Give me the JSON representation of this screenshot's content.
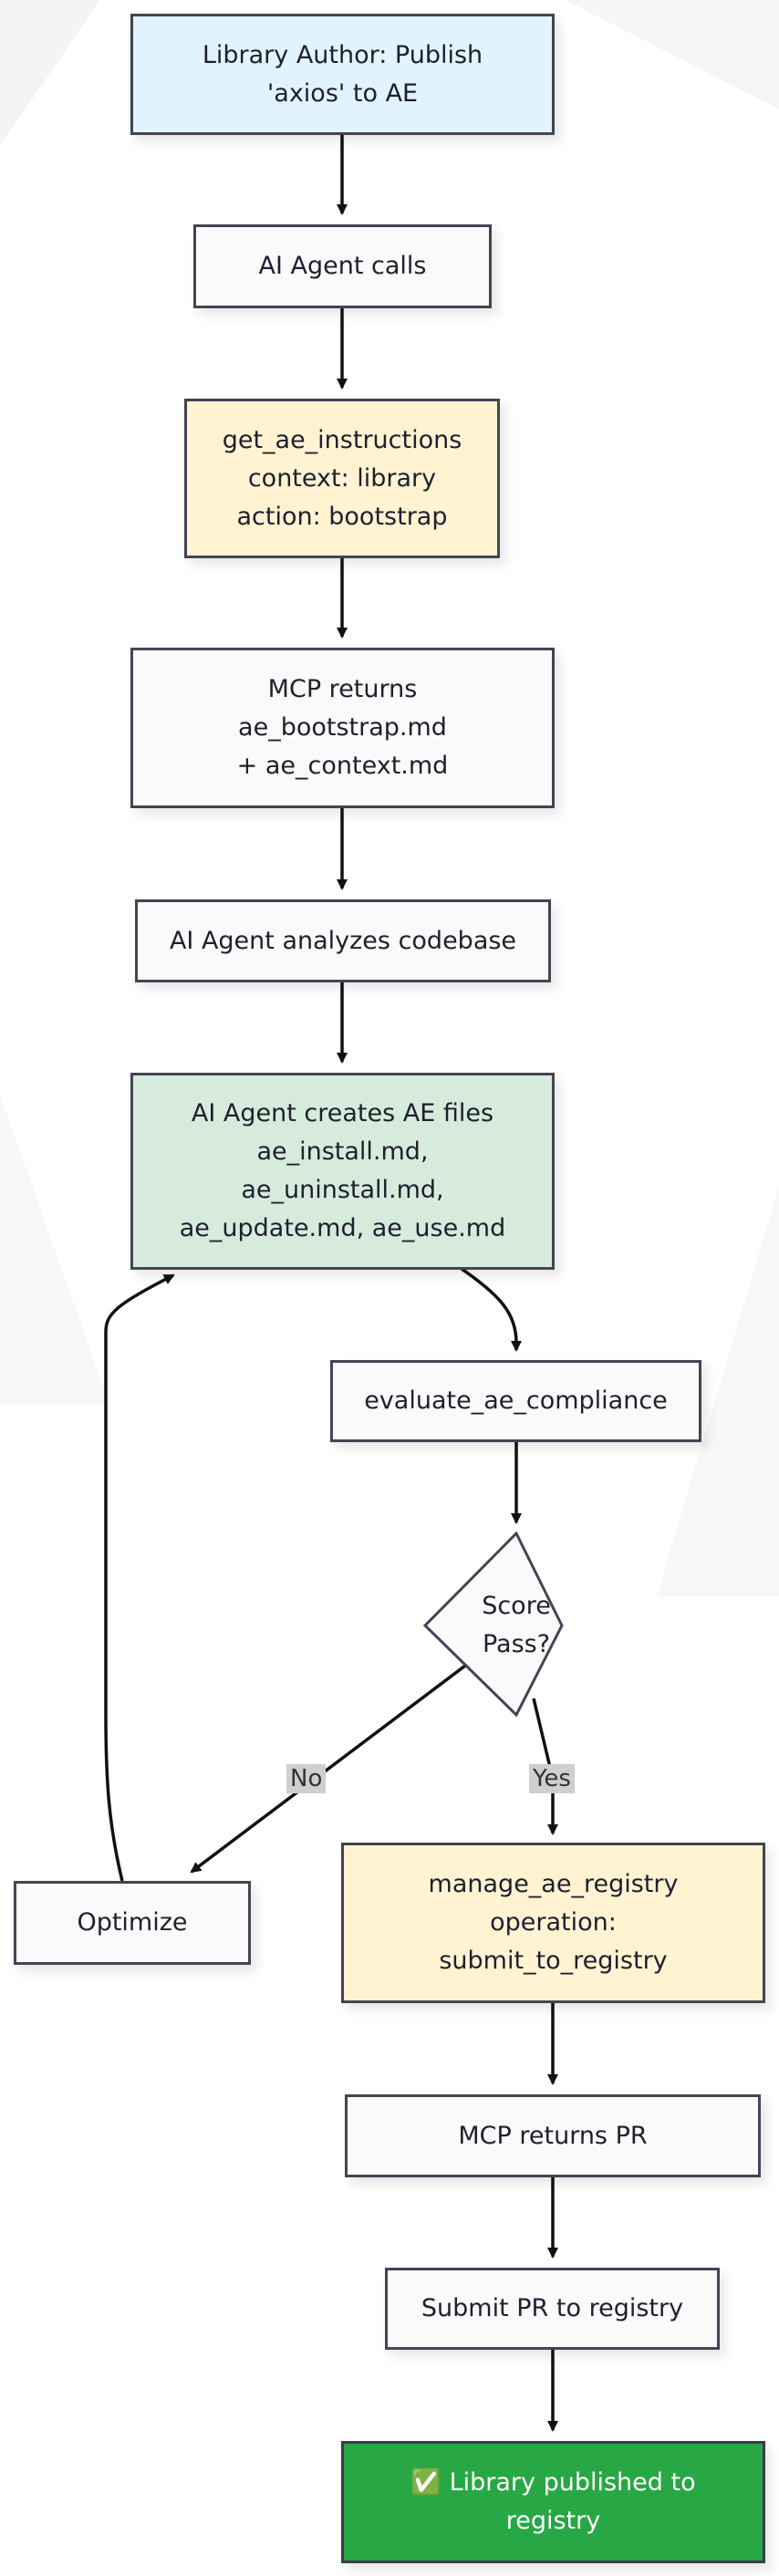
{
  "nodes": {
    "publish": "Library Author: Publish\n'axios' to AE",
    "agent_calls": "AI Agent calls",
    "get_instructions": "get_ae_instructions\ncontext: library\naction: bootstrap",
    "mcp_returns": "MCP returns\nae_bootstrap.md\n+ ae_context.md",
    "analyzes": "AI Agent analyzes codebase",
    "creates": "AI Agent creates AE files\nae_install.md,\nae_uninstall.md,\nae_update.md, ae_use.md",
    "evaluate": "evaluate_ae_compliance",
    "score": "Score\nPass?",
    "optimize": "Optimize",
    "manage": "manage_ae_registry\noperation:\nsubmit_to_registry",
    "mcp_pr": "MCP returns PR",
    "submit_pr": "Submit PR to registry",
    "published": "✅ Library published to\nregistry"
  },
  "edge_labels": {
    "no": "No",
    "yes": "Yes"
  },
  "colors": {
    "stroke": "#444455",
    "arrow": "#111111",
    "blue_fill": "#e1f4fd",
    "yellow_fill": "#fff3d2",
    "green_light_fill": "#d6ebdc",
    "green_strong_fill": "#28a745",
    "label_bg": "#cfcfcf"
  }
}
